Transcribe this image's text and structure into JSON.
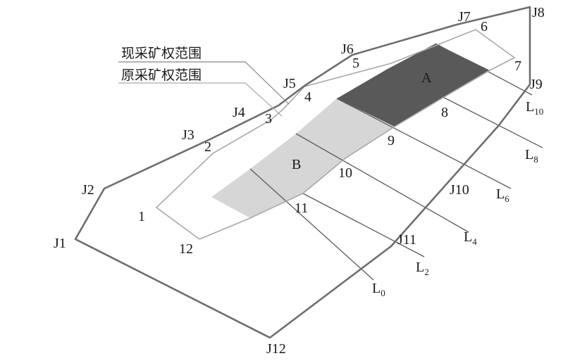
{
  "legend": {
    "current_boundary": "现采矿权范围",
    "original_boundary": "原采矿权范围"
  },
  "outer_points": [
    "J1",
    "J2",
    "J3",
    "J4",
    "J5",
    "J6",
    "J7",
    "J8",
    "J9",
    "J10",
    "J11",
    "J12"
  ],
  "inner_points": [
    "1",
    "2",
    "3",
    "4",
    "5",
    "6",
    "7",
    "8",
    "9",
    "10",
    "11",
    "12"
  ],
  "blocks": {
    "a": "A",
    "b": "B"
  },
  "lines": {
    "l0": {
      "main": "L",
      "sub": "0"
    },
    "l2": {
      "main": "L",
      "sub": "2"
    },
    "l4": {
      "main": "L",
      "sub": "4"
    },
    "l6": {
      "main": "L",
      "sub": "6"
    },
    "l8": {
      "main": "L",
      "sub": "8"
    },
    "l10": {
      "main": "L",
      "sub": "10"
    }
  },
  "colors": {
    "outer_boundary": "#6e6e6e",
    "inner_boundary": "#a8a8a8",
    "block_a_fill": "#595959",
    "block_b_fill": "#d6d6d6",
    "section_line": "#5a5a5a"
  }
}
